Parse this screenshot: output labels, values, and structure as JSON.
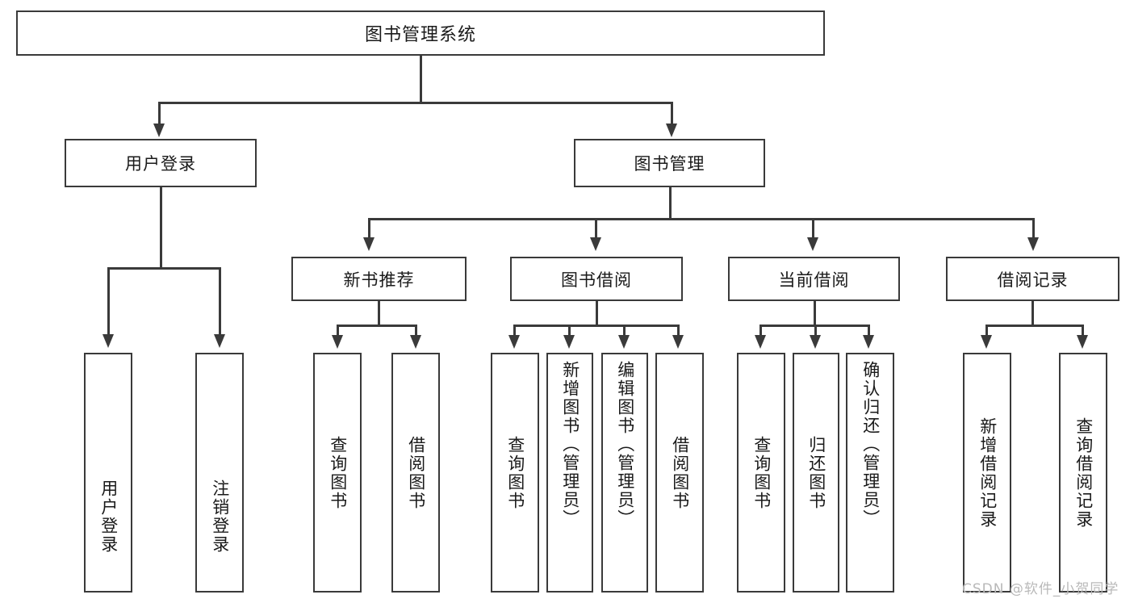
{
  "diagram": {
    "type": "tree-hierarchy",
    "root": {
      "id": "root",
      "label": "图书管理系统"
    },
    "level1": [
      {
        "id": "user-login",
        "label": "用户登录"
      },
      {
        "id": "book-manage",
        "label": "图书管理"
      }
    ],
    "level2": [
      {
        "id": "new-book-recommend",
        "label": "新书推荐",
        "parent": "book-manage"
      },
      {
        "id": "book-borrow",
        "label": "图书借阅",
        "parent": "book-manage"
      },
      {
        "id": "current-borrow",
        "label": "当前借阅",
        "parent": "book-manage"
      },
      {
        "id": "borrow-record",
        "label": "借阅记录",
        "parent": "book-manage"
      }
    ],
    "leaves": {
      "user_login": [
        {
          "id": "leaf-user-login",
          "label": "用户登录"
        },
        {
          "id": "leaf-user-logout",
          "label": "注销登录"
        }
      ],
      "new_book_recommend": [
        {
          "id": "leaf-query-book-1",
          "label": "查询图书"
        },
        {
          "id": "leaf-borrow-book-1",
          "label": "借阅图书"
        }
      ],
      "book_borrow": [
        {
          "id": "leaf-query-book-2",
          "label": "查询图书"
        },
        {
          "id": "leaf-add-book",
          "label": "新增图书（管理员）"
        },
        {
          "id": "leaf-edit-book",
          "label": "编辑图书（管理员）"
        },
        {
          "id": "leaf-borrow-book-2",
          "label": "借阅图书"
        }
      ],
      "current_borrow": [
        {
          "id": "leaf-query-book-3",
          "label": "查询图书"
        },
        {
          "id": "leaf-return-book",
          "label": "归还图书"
        },
        {
          "id": "leaf-confirm-return",
          "label": "确认归还（管理员）"
        }
      ],
      "borrow_record": [
        {
          "id": "leaf-add-record",
          "label": "新增借阅记录"
        },
        {
          "id": "leaf-query-record",
          "label": "查询借阅记录"
        }
      ]
    },
    "colors": {
      "stroke": "#3a3a3a",
      "background": "#ffffff",
      "text": "#1a1a1a",
      "watermark": "#b9b9b9"
    }
  },
  "watermark": {
    "text": "CSDN @软件_小贺同学"
  }
}
